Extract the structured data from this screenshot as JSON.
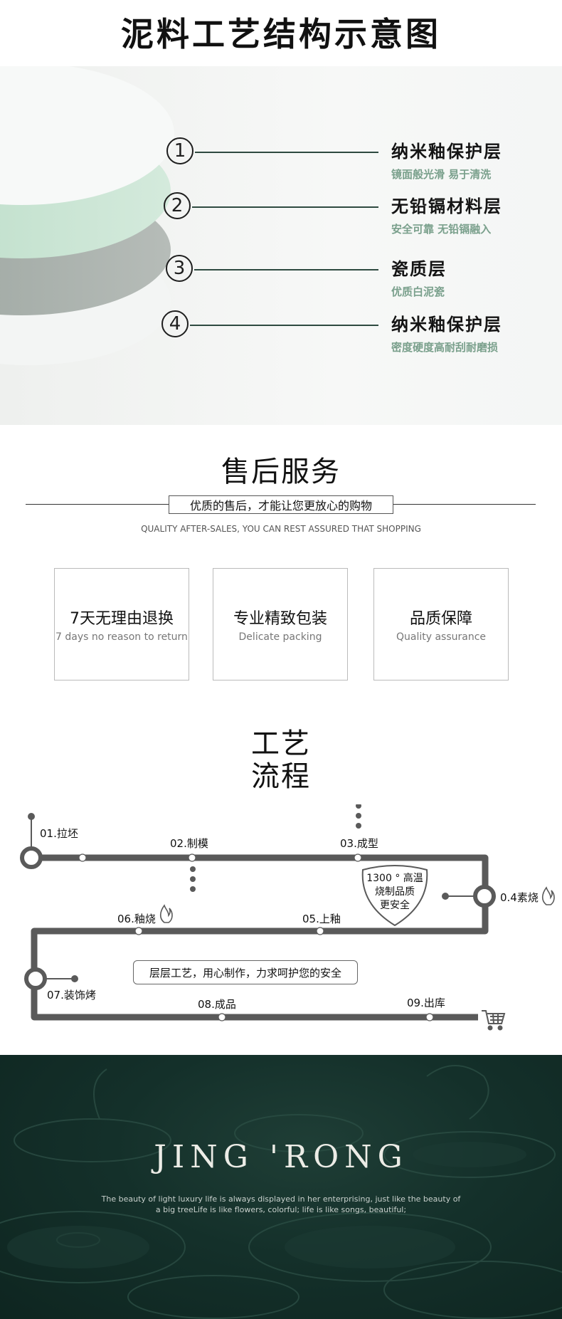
{
  "structure": {
    "title": "泥料工艺结构示意图",
    "layers": [
      {
        "num": "1",
        "title": "纳米釉保护层",
        "subtitle": "镜面般光滑 易于清洗"
      },
      {
        "num": "2",
        "title": "无铅镉材料层",
        "subtitle": "安全可靠 无铅镉融入"
      },
      {
        "num": "3",
        "title": "瓷质层",
        "subtitle": "优质白泥瓷"
      },
      {
        "num": "4",
        "title": "纳米釉保护层",
        "subtitle": "密度硬度高耐刮耐磨损"
      }
    ],
    "colors": {
      "accent_green": "#7aa08c",
      "layer_light": "#f4f7f5",
      "layer_green": "#c9e3d3",
      "layer_grey": "#a7afaa"
    }
  },
  "after_sales": {
    "title": "售后服务",
    "subtitle": "优质的售后，才能让您更放心的购物",
    "subtitle_en": "QUALITY AFTER-SALES, YOU CAN REST ASSURED THAT SHOPPING",
    "services": [
      {
        "zh": "7天无理由退换",
        "en": "7 days no reason to return"
      },
      {
        "zh": "专业精致包装",
        "en": "Delicate packing"
      },
      {
        "zh": "品质保障",
        "en": "Quality assurance"
      }
    ]
  },
  "process": {
    "title_line1": "工艺",
    "title_line2": "流程",
    "steps": [
      "01.拉坯",
      "02.制模",
      "03.成型",
      "0.4素烧",
      "05.上釉",
      "06.釉烧",
      "07.装饰烤",
      "08.成品",
      "09.出库"
    ],
    "badge": {
      "line1": "1300 ° 高温",
      "line2": "烧制品质",
      "line3": "更安全"
    },
    "motto": "层层工艺，用心制作，力求呵护您的安全",
    "colors": {
      "track": "#5a5a5a"
    }
  },
  "brand": {
    "name": "JING 'RONG",
    "tagline_line1": "The beauty of light luxury life is always displayed in her enterprising, just like the beauty of",
    "tagline_line2": "a big treeLife is like flowers, colorful; life is like songs, beautiful;",
    "colors": {
      "background": "#14302a"
    }
  }
}
